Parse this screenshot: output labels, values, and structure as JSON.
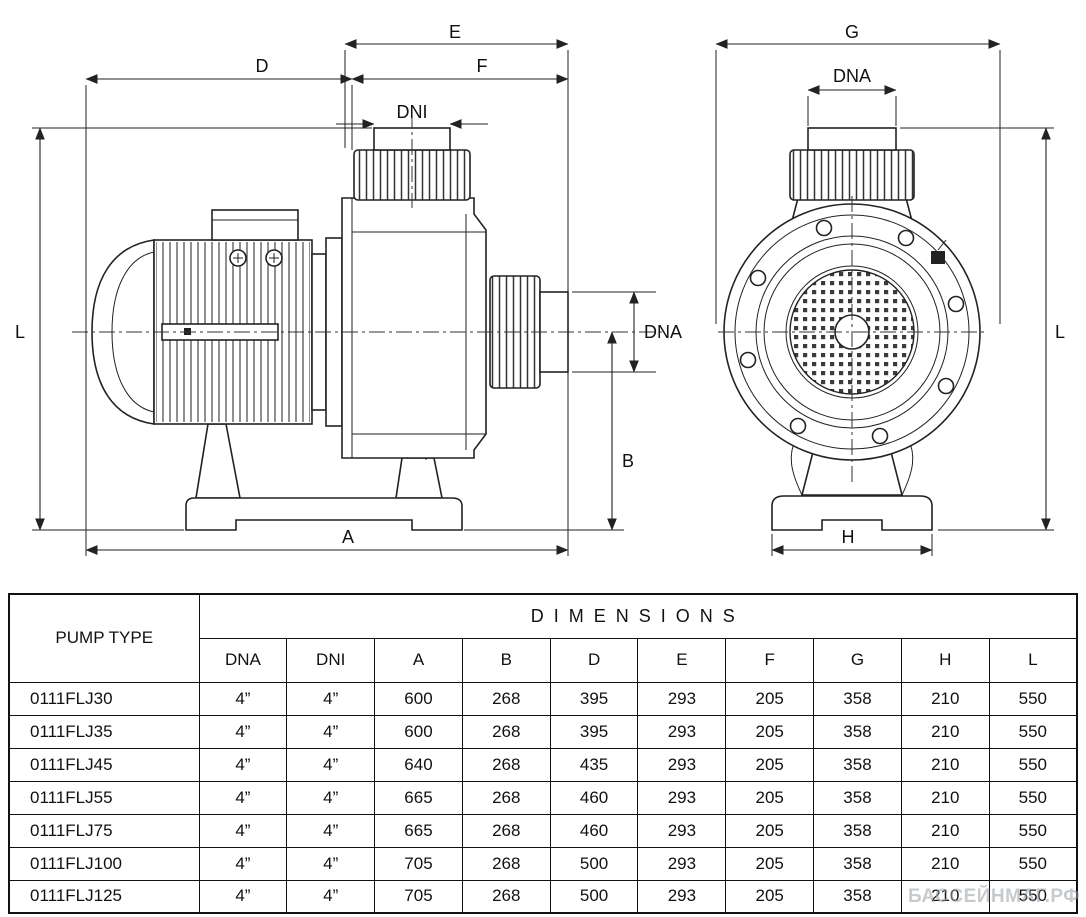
{
  "diagram": {
    "side_view": {
      "e": "E",
      "d": "D",
      "f": "F",
      "dni": "DNI",
      "l": "L",
      "dna": "DNA",
      "b": "B",
      "a": "A"
    },
    "front_view": {
      "g": "G",
      "dna": "DNA",
      "l": "L",
      "h": "H"
    }
  },
  "table": {
    "pump_type_header": "PUMP TYPE",
    "dimensions_header": "DIMENSIONS",
    "columns": [
      "DNA",
      "DNI",
      "A",
      "B",
      "D",
      "E",
      "F",
      "G",
      "H",
      "L"
    ],
    "rows": [
      {
        "type": "0111FLJ30",
        "values": [
          "4”",
          "4”",
          "600",
          "268",
          "395",
          "293",
          "205",
          "358",
          "210",
          "550"
        ]
      },
      {
        "type": "0111FLJ35",
        "values": [
          "4”",
          "4”",
          "600",
          "268",
          "395",
          "293",
          "205",
          "358",
          "210",
          "550"
        ]
      },
      {
        "type": "0111FLJ45",
        "values": [
          "4”",
          "4”",
          "640",
          "268",
          "435",
          "293",
          "205",
          "358",
          "210",
          "550"
        ]
      },
      {
        "type": "0111FLJ55",
        "values": [
          "4”",
          "4”",
          "665",
          "268",
          "460",
          "293",
          "205",
          "358",
          "210",
          "550"
        ]
      },
      {
        "type": "0111FLJ75",
        "values": [
          "4”",
          "4”",
          "665",
          "268",
          "460",
          "293",
          "205",
          "358",
          "210",
          "550"
        ]
      },
      {
        "type": "0111FLJ100",
        "values": [
          "4”",
          "4”",
          "705",
          "268",
          "500",
          "293",
          "205",
          "358",
          "210",
          "550"
        ]
      },
      {
        "type": "0111FLJ125",
        "values": [
          "4”",
          "4”",
          "705",
          "268",
          "500",
          "293",
          "205",
          "358",
          "210",
          "550"
        ]
      }
    ]
  },
  "watermark": "БАССЕЙНМАГ.РФ"
}
